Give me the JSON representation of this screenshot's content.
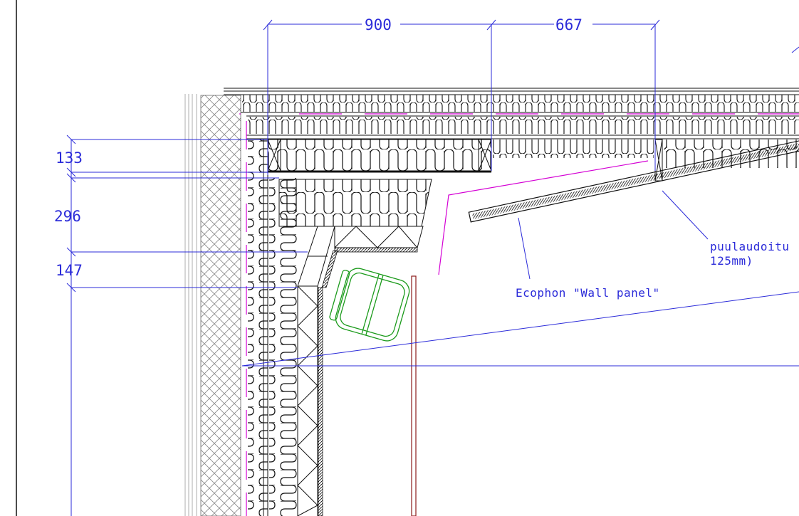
{
  "dimensions": {
    "top": [
      {
        "label": "900"
      },
      {
        "label": "667"
      }
    ],
    "left": [
      {
        "label": "133"
      },
      {
        "label": "296"
      },
      {
        "label": "147"
      }
    ]
  },
  "notes": {
    "ecophon": "Ecophon \"Wall panel\"",
    "puulaudoitus_line1": "puulaudoitu",
    "puulaudoitus_line2": "125mm)"
  },
  "colors": {
    "dimension": "#2b2bd9",
    "linework": "#111111",
    "hatch": "#777777",
    "vapor_barrier": "#d400d4",
    "furniture": "#1a9a1a",
    "post": "#8b1a1a"
  }
}
